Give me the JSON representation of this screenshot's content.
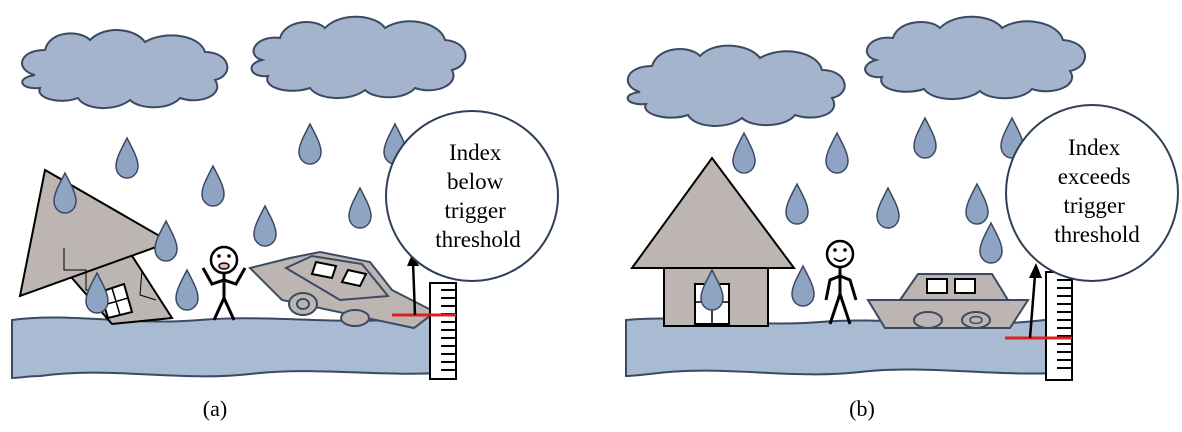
{
  "panel_a": {
    "bubble_lines": [
      "Index",
      "below",
      "trigger",
      "threshold"
    ],
    "caption": "(a)"
  },
  "panel_b": {
    "bubble_lines": [
      "Index",
      "exceeds",
      "trigger",
      "threshold"
    ],
    "caption": "(b)"
  },
  "colors": {
    "cloud": "#a3b4cc",
    "rain": "#8fa4c2",
    "water": "#a9bad3",
    "outline": "#3b4a63",
    "house": "#bdb5b1",
    "threshold": "#e02020",
    "ink": "#000000"
  }
}
